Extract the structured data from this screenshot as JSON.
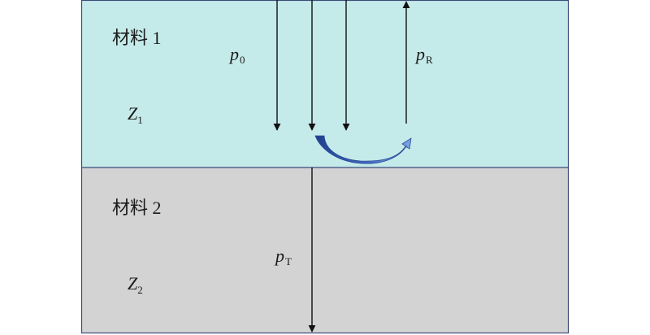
{
  "regions": {
    "upper": {
      "label": "材料 1",
      "impedance_symbol": "Z",
      "impedance_sub": "1",
      "color": "#c5eaea"
    },
    "lower": {
      "label": "材料 2",
      "impedance_symbol": "Z",
      "impedance_sub": "2",
      "color": "#d3d3d3"
    }
  },
  "waves": {
    "incident": {
      "symbol": "p",
      "sub": "0"
    },
    "reflected": {
      "symbol": "p",
      "sub": "R"
    },
    "transmitted": {
      "symbol": "p",
      "sub": "T"
    }
  },
  "colors": {
    "border": "#3b4a7a",
    "arrow": "#111111",
    "curve_arrow": "#3a5fb0"
  }
}
